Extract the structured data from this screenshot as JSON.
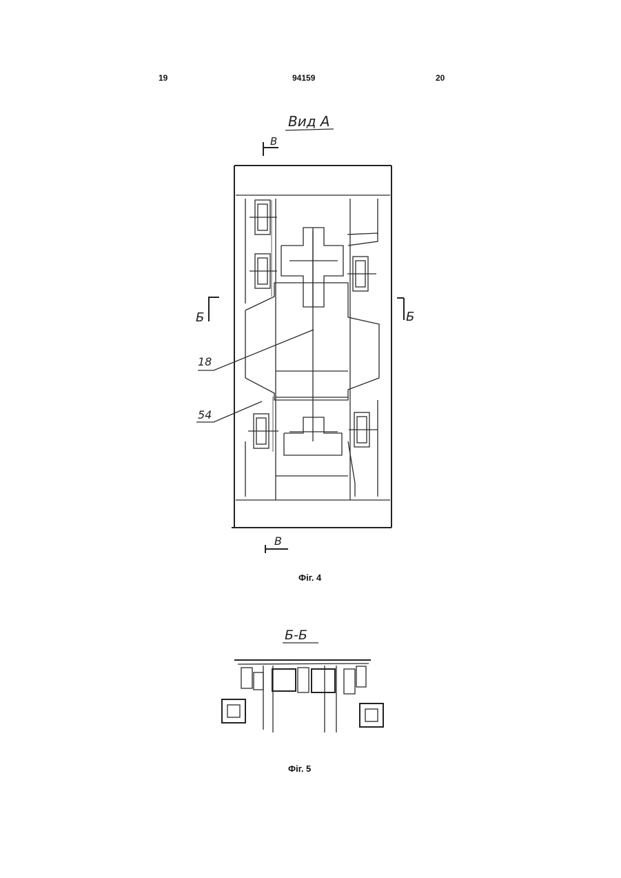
{
  "header": {
    "page_left": "19",
    "patent_number": "94159",
    "page_right": "20"
  },
  "figure4": {
    "view_label": "Вид А",
    "section_mark_top": "В",
    "section_mark_bottom": "В",
    "section_mark_left": "Б",
    "section_mark_right": "Б",
    "callout_1": "18",
    "callout_2": "54",
    "caption": "Фіг. 4"
  },
  "figure5": {
    "section_label": "Б-Б",
    "caption": "Фіг. 5"
  }
}
